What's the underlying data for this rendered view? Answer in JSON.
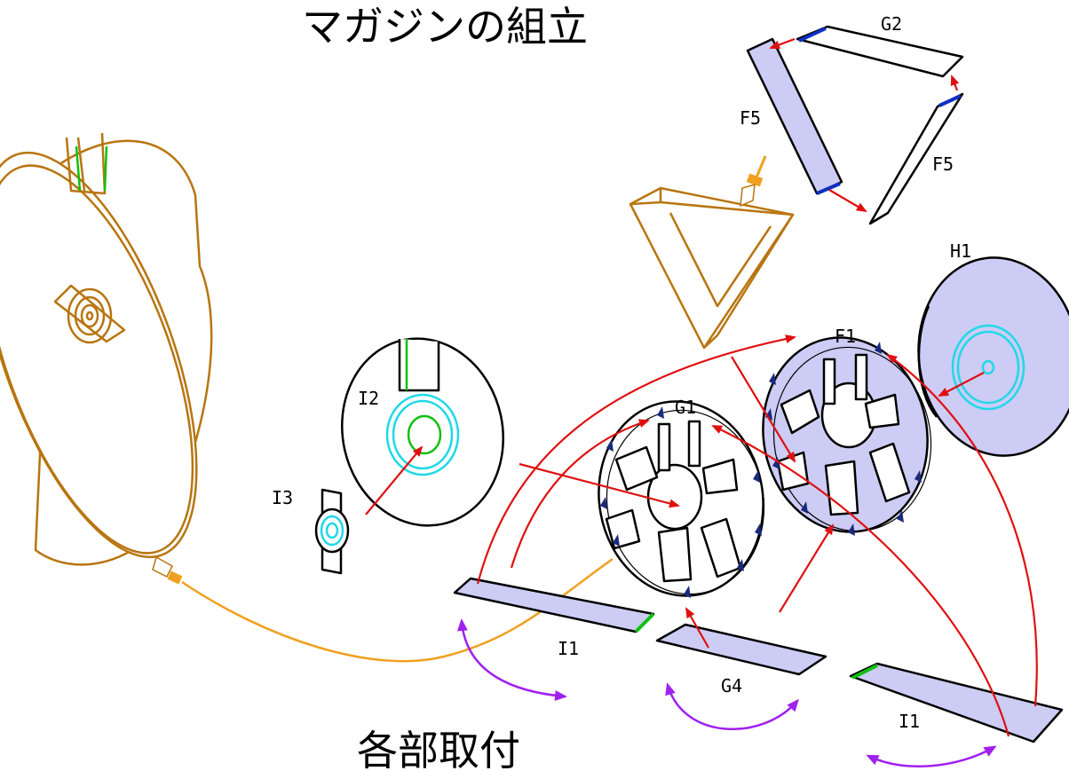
{
  "title_top": "マガジンの組立",
  "title_bottom": "各部取付",
  "labels": {
    "g2": "G2",
    "f5_left": "F5",
    "f5_right": "F5",
    "h1": "H1",
    "f1": "F1",
    "g1": "G1",
    "i2": "I2",
    "i3": "I3",
    "i1_left": "I1",
    "g4": "G4",
    "i1_right": "I1"
  },
  "colors": {
    "part_fill": "#ccccf5",
    "arrow_assembly": "#e01010",
    "arrow_swap": "#a020f0",
    "magazine_outline": "#b8750f",
    "guide_line": "#f0a020",
    "ring": "#20d8e8",
    "edge_mark": "#10c010"
  }
}
